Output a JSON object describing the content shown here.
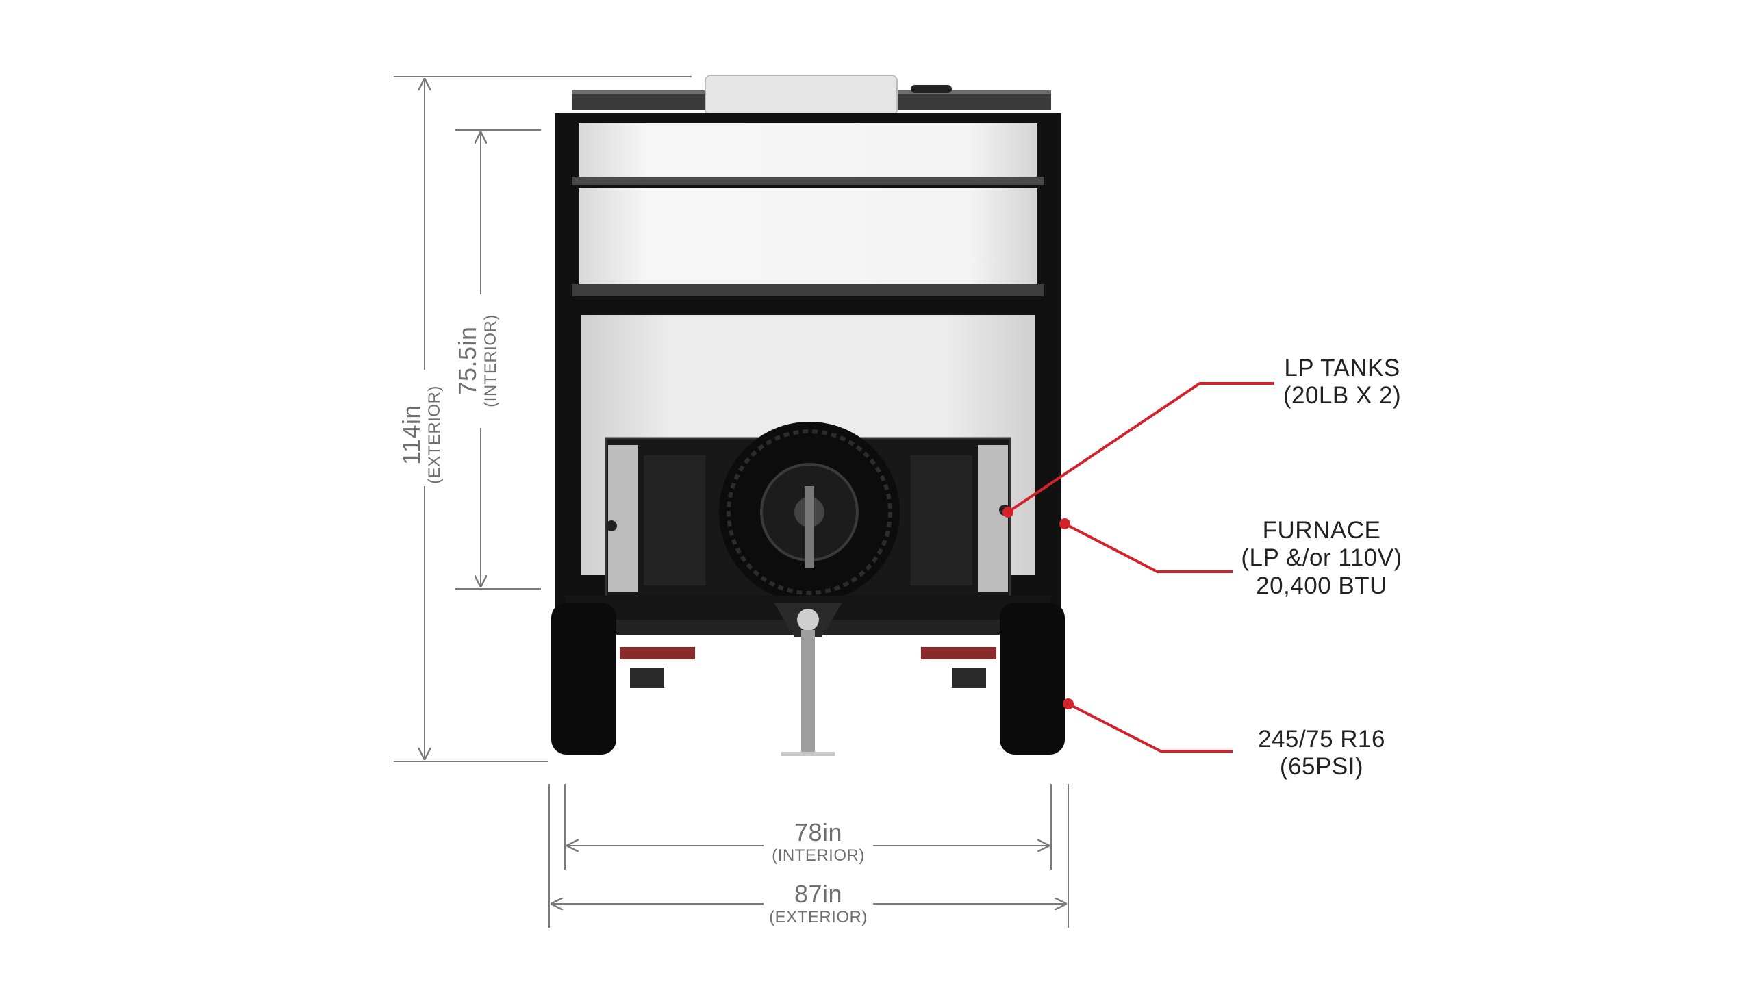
{
  "dimensions": {
    "height_exterior": {
      "value": "114in",
      "note": "(EXTERIOR)"
    },
    "height_interior": {
      "value": "75.5in",
      "note": "(INTERIOR)"
    },
    "width_interior": {
      "value": "78in",
      "note": "(INTERIOR)"
    },
    "width_exterior": {
      "value": "87in",
      "note": "(EXTERIOR)"
    }
  },
  "callouts": {
    "lp_tanks": {
      "line1": "LP TANKS",
      "line2": "(20LB X 2)"
    },
    "furnace": {
      "line1": "FURNACE",
      "line2": "(LP &/or 110V)",
      "line3": "20,400 BTU"
    },
    "tires": {
      "line1": "245/75 R16",
      "line2": "(65PSI)"
    }
  },
  "colors": {
    "callout_line": "#d2232a",
    "dimension_line": "#7a7a7a",
    "trailer_body": "#111111",
    "panel": "#efefef"
  }
}
